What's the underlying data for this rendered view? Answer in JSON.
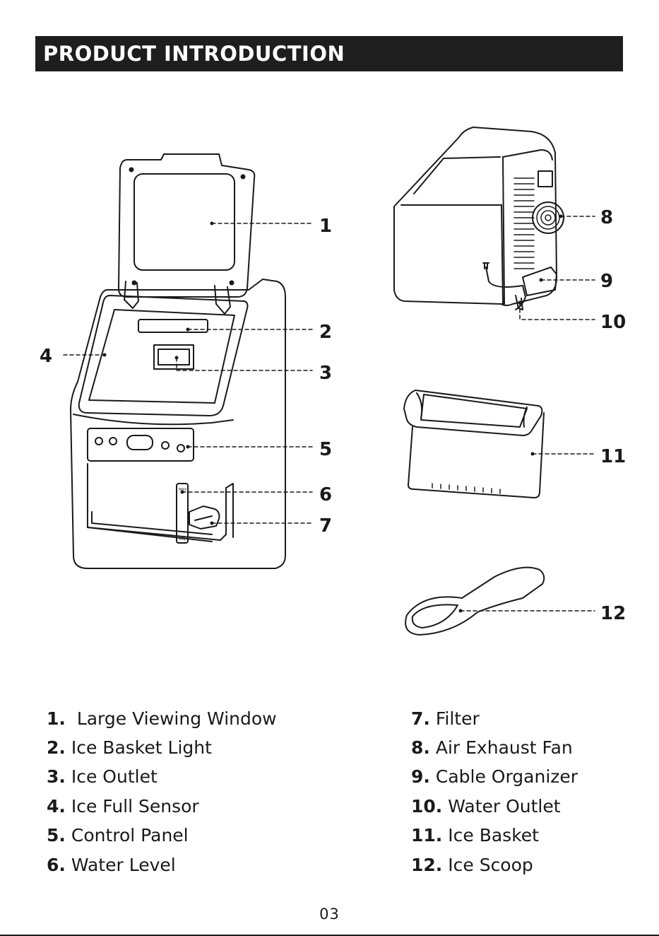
{
  "header": {
    "title": "PRODUCT INTRODUCTION"
  },
  "callouts": [
    "1",
    "2",
    "3",
    "4",
    "5",
    "6",
    "7",
    "8",
    "9",
    "10",
    "11",
    "12"
  ],
  "legend": {
    "left": [
      {
        "num": "1.",
        "label": "Large Viewing Window"
      },
      {
        "num": "2.",
        "label": "Ice Basket Light"
      },
      {
        "num": "3.",
        "label": "Ice Outlet"
      },
      {
        "num": "4.",
        "label": "Ice Full Sensor"
      },
      {
        "num": "5.",
        "label": "Control Panel"
      },
      {
        "num": "6.",
        "label": "Water Level"
      }
    ],
    "right": [
      {
        "num": "7.",
        "label": "Filter"
      },
      {
        "num": "8.",
        "label": "Air Exhaust Fan"
      },
      {
        "num": "9.",
        "label": "Cable Organizer"
      },
      {
        "num": "10.",
        "label": "Water Outlet"
      },
      {
        "num": "11.",
        "label": "Ice Basket"
      },
      {
        "num": "12.",
        "label": "Ice Scoop"
      }
    ]
  },
  "water_level_marks": {
    "max": "MAX",
    "min": "MIN"
  },
  "page_number": "03"
}
